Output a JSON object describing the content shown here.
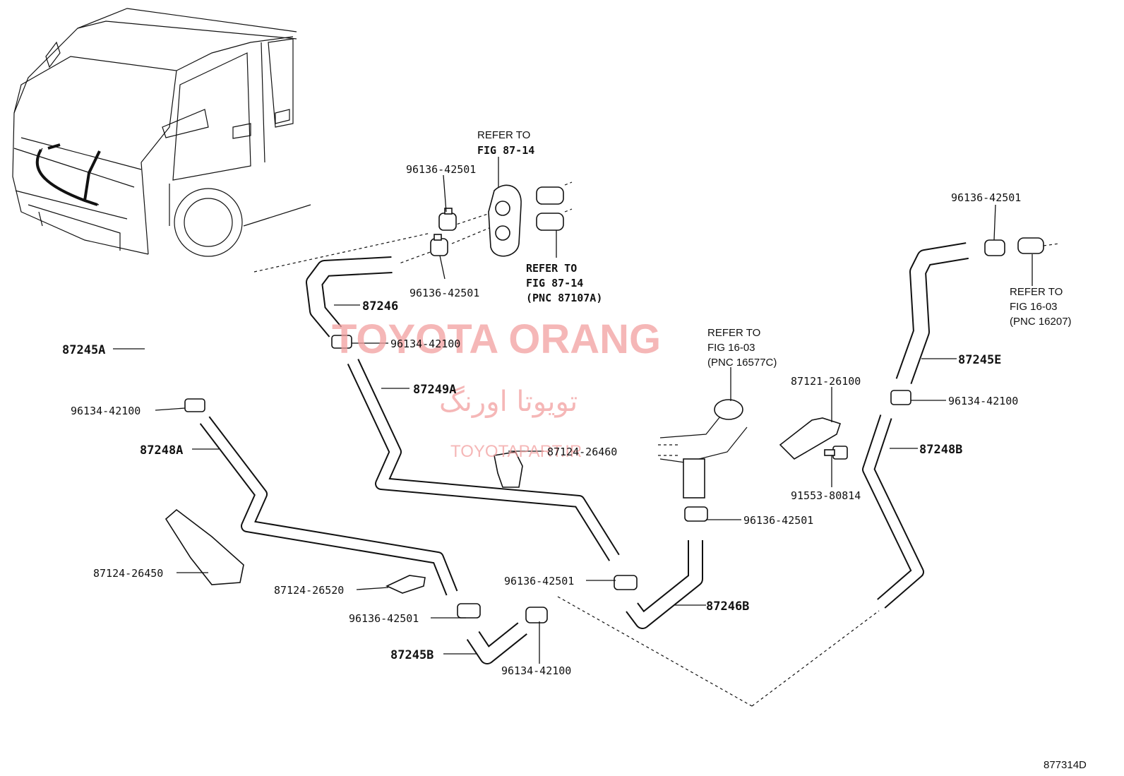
{
  "watermark": {
    "title": "TOYOTA ORANG",
    "farsi": "تویوتا اورنگ",
    "site": "TOYOTAPART.IR"
  },
  "diagram_id": "877314D",
  "references": {
    "ref_87_14_top": [
      "REFER TO",
      "FIG 87-14"
    ],
    "ref_87_14_pnc": [
      "REFER TO",
      "FIG 87-14",
      "(PNC 87107A)"
    ],
    "ref_16_03_right": [
      "REFER TO",
      "FIG 16-03",
      "(PNC 16207)"
    ],
    "ref_16_03_mid": [
      "REFER TO",
      "FIG 16-03",
      "(PNC 16577C)"
    ]
  },
  "labels": {
    "clamp_42501_top": "96136-42501",
    "clamp_42501_bottom": "96136-42501",
    "hose_87246": "87246",
    "clamp_42100_a": "96134-42100",
    "hose_87249A": "87249A",
    "hose_87245A": "87245A",
    "clamp_42100_left": "96134-42100",
    "hose_87248A": "87248A",
    "clamp_26460": "87124-26460",
    "clamp_26450": "87124-26450",
    "clamp_26520": "87124-26520",
    "clamp_42501_b1": "96136-42501",
    "clamp_42501_b2": "96136-42501",
    "hose_87245B": "87245B",
    "clamp_42100_b": "96134-42100",
    "clamp_42501_mid": "96136-42501",
    "hose_87246B": "87246B",
    "bracket_26100": "87121-26100",
    "bolt_80814": "91553-80814",
    "clamp_42501_right": "96136-42501",
    "hose_87245E": "87245E",
    "clamp_42100_right": "96134-42100",
    "hose_87248B": "87248B"
  }
}
